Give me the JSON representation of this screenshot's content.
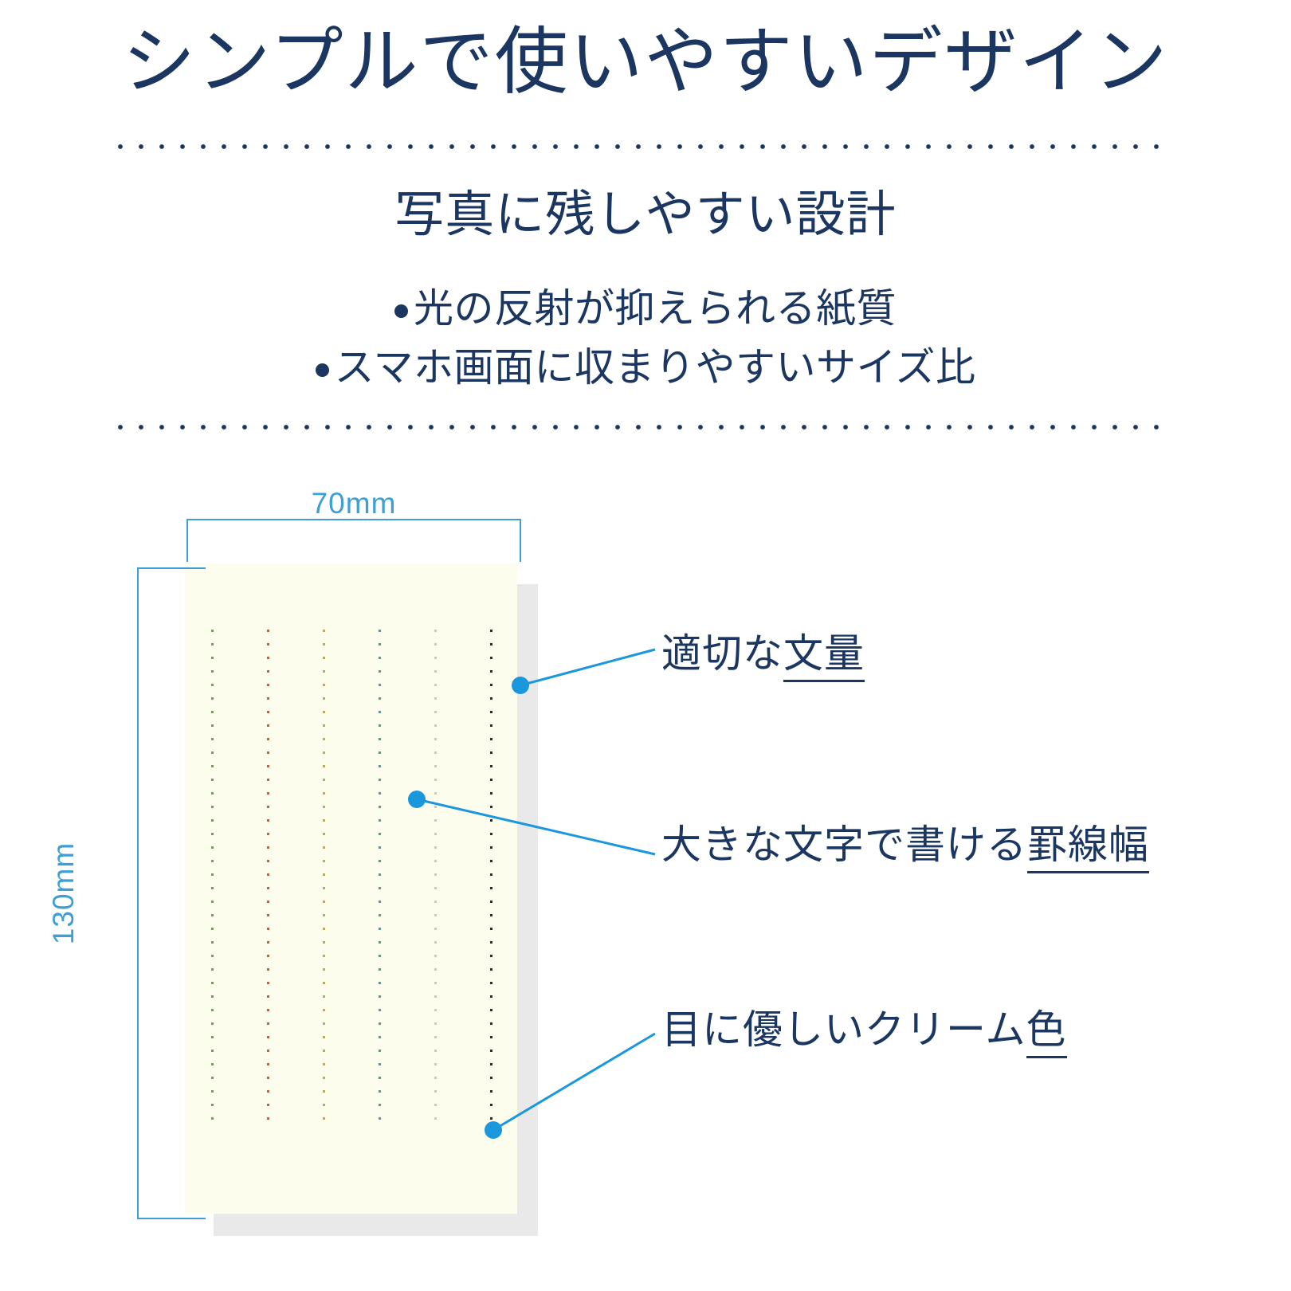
{
  "header": {
    "title": "シンプルで使いやすいデザイン",
    "subtitle": "写真に残しやすい設計"
  },
  "features": {
    "items": [
      {
        "text": "光の反射が抑えられる紙質"
      },
      {
        "text": "スマホ画面に収まりやすいサイズ比"
      }
    ]
  },
  "dimensions": {
    "width_label": "70mm",
    "height_label": "130mm"
  },
  "callouts": [
    {
      "plain": "適切な",
      "underlined": "文量"
    },
    {
      "plain": "大きな文字で書ける",
      "underlined": "罫線幅"
    },
    {
      "plain": "目に優しいクリーム",
      "underlined": "色"
    }
  ],
  "colors": {
    "ink_navy": "#1b3660",
    "accent_blue": "#3d9fd6",
    "leader_blue": "#1a97dd",
    "paper_cream": "#fdfdee",
    "paper_shadow": "#e9e9e9"
  },
  "paper": {
    "rule_line_colors": [
      "#6f9f53",
      "#d05a35",
      "#c9a93c",
      "#4f9f99",
      "#c9c9c9",
      "#2b2b33"
    ],
    "rule_line_count": 6
  }
}
